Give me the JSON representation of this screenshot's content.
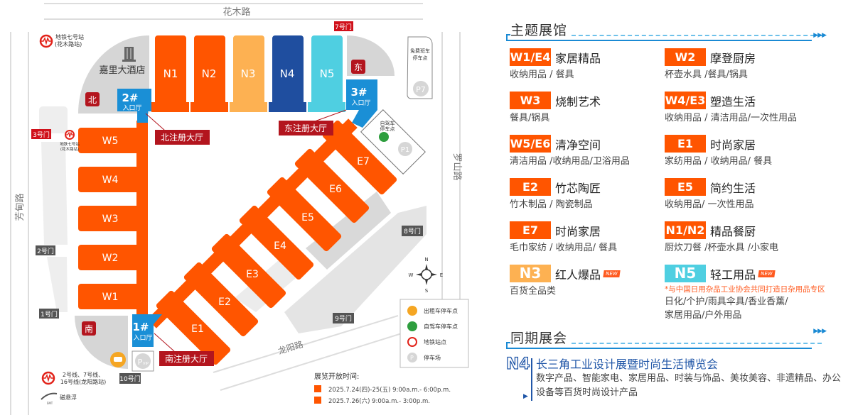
{
  "map": {
    "roads": {
      "north": "花木路",
      "west": "芳甸路",
      "east": "罗山路",
      "south": "龙阳路"
    },
    "halls": {
      "N1": "N1",
      "N2": "N2",
      "N3": "N3",
      "N4": "N4",
      "N5": "N5",
      "W1": "W1",
      "W2": "W2",
      "W3": "W3",
      "W4": "W4",
      "W5": "W5",
      "E1": "E1",
      "E2": "E2",
      "E3": "E3",
      "E4": "E4",
      "E5": "E5",
      "E6": "E6",
      "E7": "E7"
    },
    "hotel": "嘉里大酒店",
    "directions": {
      "north": "北",
      "east": "东",
      "south": "南"
    },
    "entrances": [
      {
        "num": "1#",
        "label": "入口厅"
      },
      {
        "num": "2#",
        "label": "入口厅"
      },
      {
        "num": "3#",
        "label": "入口厅"
      }
    ],
    "registration": {
      "north": "北注册大厅",
      "east": "东注册大厅",
      "south": "南注册大厅"
    },
    "gates": {
      "g1": "1号门",
      "g2": "2号门",
      "g3": "3号门",
      "g7": "7号门",
      "g8": "8号门",
      "g9": "9号门",
      "g10": "10号门"
    },
    "metro": {
      "top_line1": "地铁七号站",
      "top_line2": "(花木路站)",
      "mid_line1": "地铁七号站",
      "mid_line2": "(花木路站)",
      "bottom_line1": "2号线、7号线、",
      "bottom_line2": "16号线(龙阳路站)",
      "maglev": "磁悬浮",
      "maglev_logo": "SMT"
    },
    "parking": {
      "p1": "P1",
      "p7": "P7",
      "pvip": "P",
      "pvip_sub": "VIP",
      "p1_label1": "自驾车",
      "p1_label2": "停车点",
      "p7_label1": "免费班车",
      "p7_label2": "停车点"
    },
    "compass": {
      "n": "N",
      "s": "S",
      "e": "E",
      "w": "W"
    },
    "legend": [
      {
        "icon": "taxi-icon",
        "label": "出租车停车点",
        "color": "#f5a623"
      },
      {
        "icon": "car-icon",
        "label": "自驾车停车点",
        "color": "#2e9e3e"
      },
      {
        "icon": "metro-icon",
        "label": "地铁站点",
        "color": "#e2231a"
      },
      {
        "icon": "parking-icon",
        "label": "停车场",
        "color": "#cccccc"
      }
    ],
    "hours": {
      "title": "展览开放时间:",
      "rows": [
        "2025.7.24(四)-25(五) 9:00a.m.- 6:00p.m.",
        "2025.7.26(六) 9:00a.m.- 3:00p.m."
      ]
    }
  },
  "colors": {
    "orange": "#ff5500",
    "yellow": "#fdb152",
    "navy": "#1f4e9f",
    "cyan": "#4fcfe1",
    "entry_blue": "#1a8fd6",
    "reg_red": "#b3151e"
  },
  "panel": {
    "themes_title": "主题展馆",
    "arrows": "▶▶▶",
    "items": [
      {
        "badge": "W1/E4",
        "name": "家居精品",
        "desc": "收纳用品 / 餐具",
        "color": "#ff5500"
      },
      {
        "badge": "W2",
        "name": "摩登厨房",
        "desc": "杯壶水具 /餐具/锅具",
        "color": "#ff5500"
      },
      {
        "badge": "W3",
        "name": "烧制艺术",
        "desc": "餐具/锅具",
        "color": "#ff5500"
      },
      {
        "badge": "W4/E3",
        "name": "塑造生活",
        "desc": "收纳用品 / 清洁用品/一次性用品",
        "color": "#ff5500"
      },
      {
        "badge": "W5/E6",
        "name": "清净空间",
        "desc": "清洁用品 /收纳用品/卫浴用品",
        "color": "#ff5500"
      },
      {
        "badge": "E1",
        "name": "时尚家居",
        "desc": "家纺用品 / 收纳用品/ 餐具",
        "color": "#ff5500"
      },
      {
        "badge": "E2",
        "name": "竹芯陶匠",
        "desc": "竹木制品 / 陶瓷制品",
        "color": "#ff5500"
      },
      {
        "badge": "E5",
        "name": "简约生活",
        "desc": "收纳用品/ 一次性用品",
        "color": "#ff5500"
      },
      {
        "badge": "E7",
        "name": "时尚家居",
        "desc": "毛巾家纺 / 收纳用品/ 餐具",
        "color": "#ff5500"
      },
      {
        "badge": "N1/N2",
        "name": "精品餐厨",
        "desc": "厨炊刀餐 /杯壶水具 /小家电",
        "color": "#ff5500"
      },
      {
        "badge": "N3",
        "name": "红人爆品",
        "desc": "百货全品类",
        "color": "#fdb152",
        "new": "NEW"
      },
      {
        "badge": "N5",
        "name": "轻工用品",
        "note": "*与中国日用杂品工业协会共同打造日杂用品专区",
        "desc": "日化/个护/雨具伞具/香业香薰/",
        "desc2": "家居用品/户外用品",
        "color": "#4fcfe1",
        "new": "NEW"
      }
    ],
    "concurrent_title": "同期展会",
    "concurrent": {
      "hall": "N4",
      "title": "长三角工业设计展暨时尚生活博览会",
      "desc": "数字产品、智能家电、家居用品、时装与饰品、美妆美容、非遗精品、办公设备等百货时尚设计产品",
      "marker": "▶"
    }
  }
}
